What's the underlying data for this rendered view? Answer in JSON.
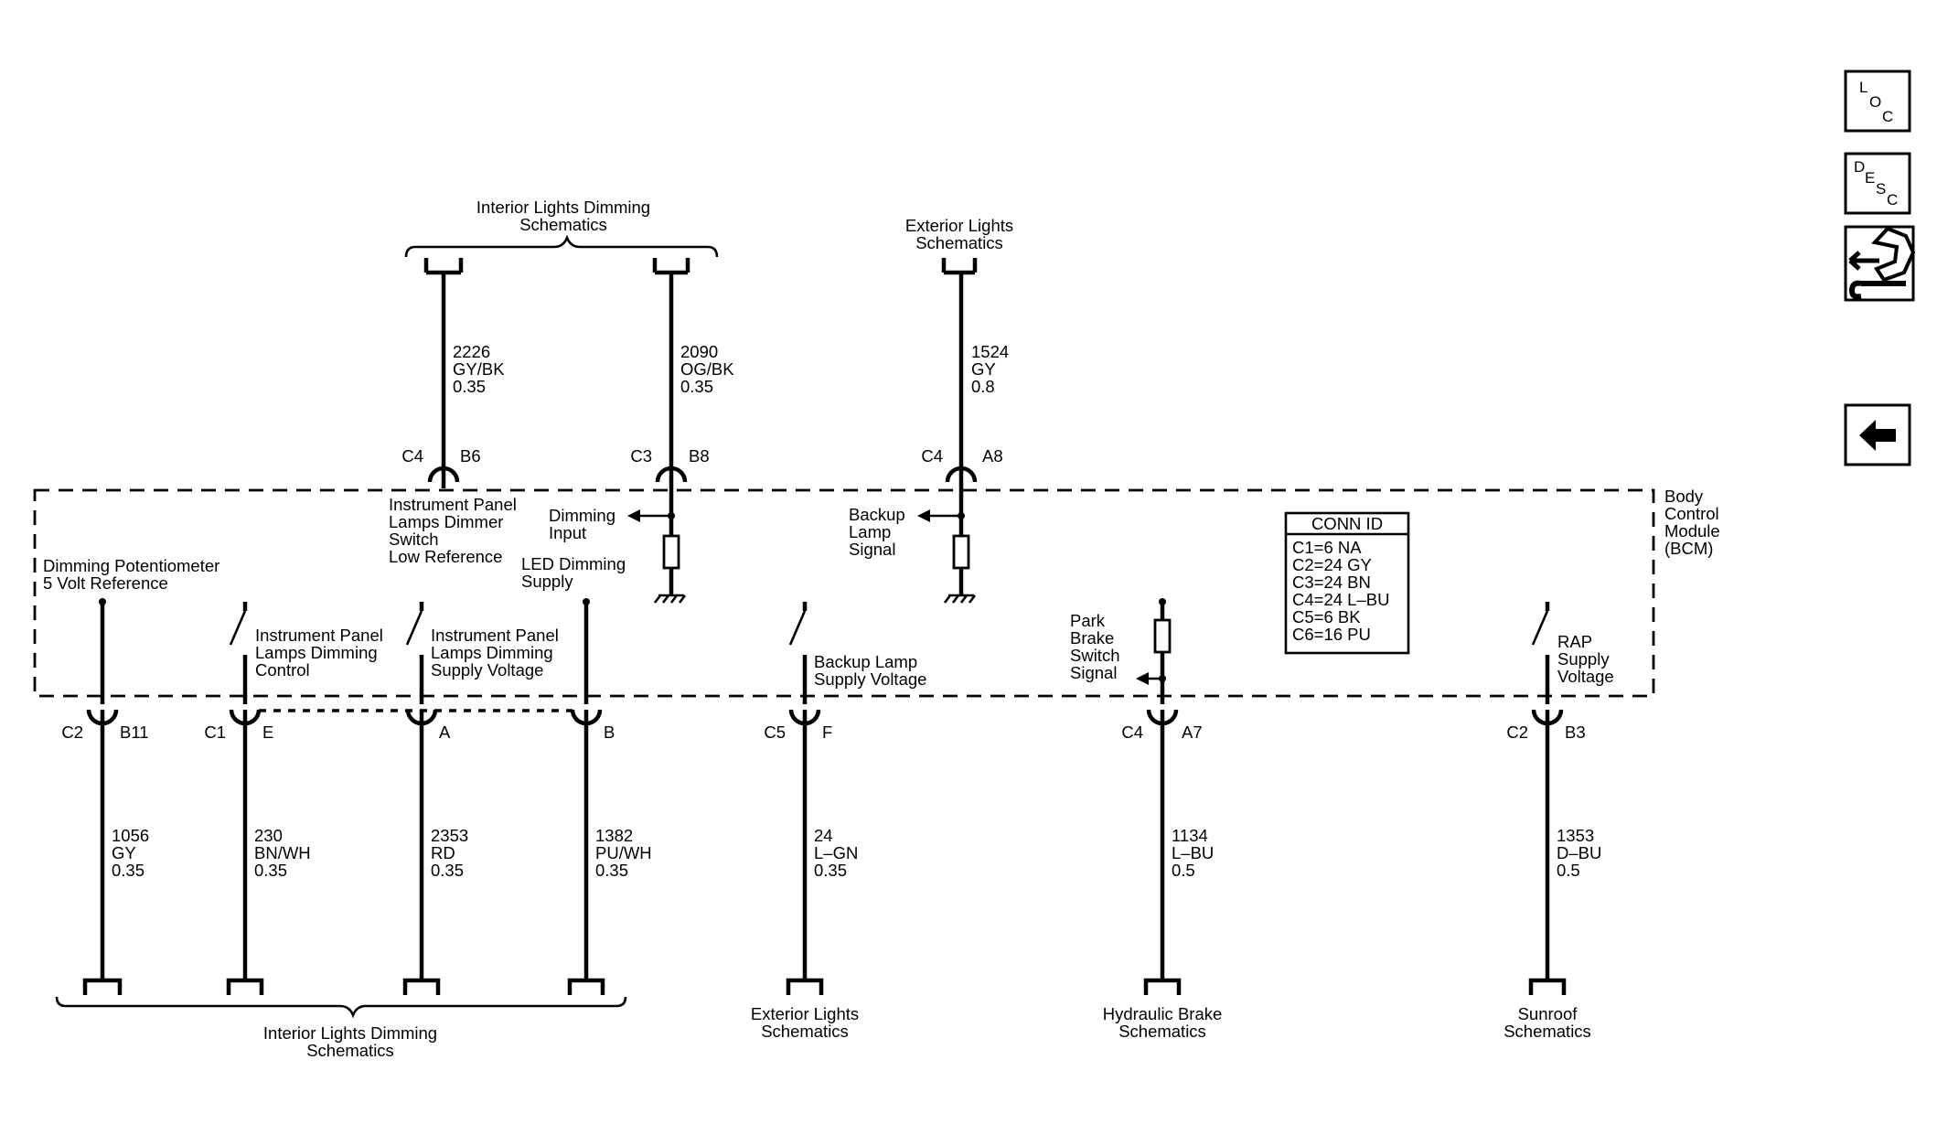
{
  "module": {
    "label_lines": [
      "Body",
      "Control",
      "Module",
      "(BCM)"
    ]
  },
  "conn_id": {
    "title": "CONN ID",
    "rows": [
      "C1=6 NA",
      "C2=24 GY",
      "C3=24 BN",
      "C4=24 L–BU",
      "C5=6 BK",
      "C6=16 PU"
    ]
  },
  "top_refs": [
    {
      "lines": [
        "Interior Lights Dimming",
        "Schematics"
      ]
    },
    {
      "lines": [
        "Exterior Lights",
        "Schematics"
      ]
    }
  ],
  "top_wires": [
    {
      "circuit": "2226",
      "color": "GY/BK",
      "gauge": "0.35",
      "connector": "C4",
      "pin": "B6"
    },
    {
      "circuit": "2090",
      "color": "OG/BK",
      "gauge": "0.35",
      "connector": "C3",
      "pin": "B8"
    },
    {
      "circuit": "1524",
      "color": "GY",
      "gauge": "0.8",
      "connector": "C4",
      "pin": "A8"
    }
  ],
  "internal_labels": {
    "ip_dimmer_low_ref": [
      "Instrument Panel",
      "Lamps Dimmer",
      "Switch",
      "Low Reference"
    ],
    "dimming_input": [
      "Dimming",
      "Input"
    ],
    "led_dimming_supply": [
      "LED Dimming",
      "Supply"
    ],
    "backup_lamp_signal": [
      "Backup",
      "Lamp",
      "Signal"
    ],
    "pot_5v_ref": [
      "Dimming Potentiometer",
      "5 Volt Reference"
    ],
    "ip_dimming_control": [
      "Instrument Panel",
      "Lamps Dimming",
      "Control"
    ],
    "ip_dimming_supply": [
      "Instrument Panel",
      "Lamps Dimming",
      "Supply Voltage"
    ],
    "backup_lamp_supply": [
      "Backup Lamp",
      "Supply Voltage"
    ],
    "park_brake_signal": [
      "Park",
      "Brake",
      "Switch",
      "Signal"
    ],
    "rap_supply": [
      "RAP",
      "Supply",
      "Voltage"
    ]
  },
  "bottom_wires": [
    {
      "connector": "C2",
      "pin": "B11",
      "circuit": "1056",
      "color": "GY",
      "gauge": "0.35"
    },
    {
      "connector": "C1",
      "pin": "E",
      "circuit": "230",
      "color": "BN/WH",
      "gauge": "0.35"
    },
    {
      "connector": "",
      "pin": "A",
      "circuit": "2353",
      "color": "RD",
      "gauge": "0.35"
    },
    {
      "connector": "",
      "pin": "B",
      "circuit": "1382",
      "color": "PU/WH",
      "gauge": "0.35"
    },
    {
      "connector": "C5",
      "pin": "F",
      "circuit": "24",
      "color": "L–GN",
      "gauge": "0.35"
    },
    {
      "connector": "C4",
      "pin": "A7",
      "circuit": "1134",
      "color": "L–BU",
      "gauge": "0.5"
    },
    {
      "connector": "C2",
      "pin": "B3",
      "circuit": "1353",
      "color": "D–BU",
      "gauge": "0.5"
    }
  ],
  "bottom_refs": [
    {
      "lines": [
        "Interior Lights Dimming",
        "Schematics"
      ]
    },
    {
      "lines": [
        "Exterior Lights",
        "Schematics"
      ]
    },
    {
      "lines": [
        "Hydraulic Brake",
        "Schematics"
      ]
    },
    {
      "lines": [
        "Sunroof",
        "Schematics"
      ]
    }
  ],
  "side_buttons": {
    "loc": [
      "L",
      "O",
      "C"
    ],
    "desc": [
      "D",
      "E",
      "S",
      "C"
    ],
    "tools_icon": "connector-tools-icon",
    "back_icon": "left-arrow-icon"
  }
}
